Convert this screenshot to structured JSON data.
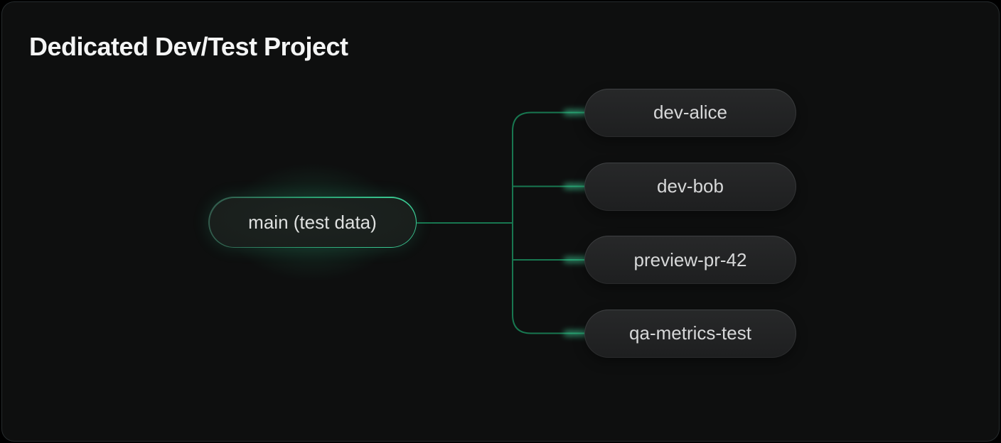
{
  "title": "Dedicated Dev/Test Project",
  "diagram": {
    "root": {
      "label": "main (test data)"
    },
    "branches": [
      {
        "label": "dev-alice"
      },
      {
        "label": "dev-bob"
      },
      {
        "label": "preview-pr-42"
      },
      {
        "label": "qa-metrics-test"
      }
    ]
  },
  "colors": {
    "accent": "#34d399",
    "accent_bright": "#40e0a4",
    "connector": "#187750",
    "page_bg": "#000000",
    "card_bg": "#0e0f0f",
    "card_border": "#262b2d",
    "node_bg_top": "#272829",
    "node_bg_bottom": "#1e1f20",
    "node_border_top": "#3f4143",
    "node_border_bottom": "#292a2b",
    "text_primary": "#f4f5f5",
    "text_node": "#d7d8d9"
  }
}
